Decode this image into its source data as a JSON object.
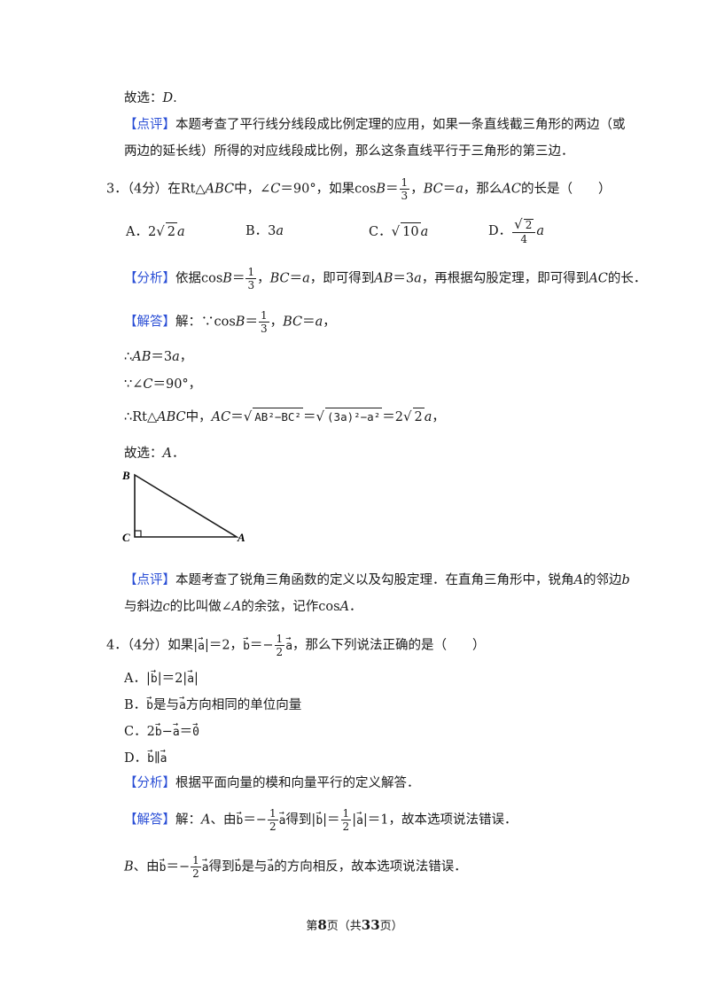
{
  "p1": {
    "choose": "故选：",
    "ans": "D",
    "end": "."
  },
  "p2": {
    "tag": "【点评】",
    "l1": "本题考查了平行线分线段成比例定理的应用，如果一条直线截三角形的两边（或",
    "l2": "两边的延长线）所得的对应线段成比例，那么这条直线平行于三角形的第三边．"
  },
  "q3": {
    "num": "3．",
    "score": "（4分）在",
    "stem_a": "Rt△",
    "stem_abc": "ABC",
    "stem_b": "中，∠",
    "stem_c": "C",
    "stem_d": "＝90°，如果cos",
    "stem_B": "B",
    "stem_e": "＝",
    "frac_n": "1",
    "frac_d": "3",
    "stem_f": "，",
    "stem_BC": "BC",
    "stem_g": "＝",
    "stem_a2": "a",
    "stem_h": "，那么",
    "stem_AC": "AC",
    "stem_i": "的长是（　　）",
    "opt_a": "A．2",
    "opt_a_rad": "2",
    "opt_a_v": "a",
    "opt_b": "B．3",
    "opt_b_v": "a",
    "opt_c": "C．",
    "opt_c_rad": "10",
    "opt_c_v": "a",
    "opt_d": "D．",
    "opt_d_rad": "2",
    "opt_d_den": "4",
    "opt_d_v": "a"
  },
  "q3_analysis": {
    "tag": "【分析】",
    "t1": "依据cos",
    "B": "B",
    "eq": "＝",
    "n": "1",
    "d": "3",
    "t2": "，",
    "BC": "BC",
    "t3": "＝",
    "a": "a",
    "t4": "，即可得到",
    "AB": "AB",
    "t5": "＝3",
    "a2": "a",
    "t6": "，再根据勾股定理，即可得到",
    "AC": "AC",
    "t7": "的长．"
  },
  "q3_solution": {
    "tag": "【解答】",
    "t1": "解：∵cos",
    "B": "B",
    "eq": "＝",
    "n": "1",
    "d": "3",
    "t2": "，",
    "BC": "BC",
    "t3": "＝",
    "a": "a",
    "t4": "，",
    "l2a": "∴",
    "l2b": "AB",
    "l2c": "＝3",
    "l2d": "a",
    "l2e": "，",
    "l3a": "∵∠",
    "l3b": "C",
    "l3c": "＝90°，",
    "l4a": "∴Rt△",
    "l4b": "ABC",
    "l4c": "中，",
    "l4d": "AC",
    "l4e": "＝",
    "l4f": "AB²−BC²",
    "l4g": "＝",
    "l4h": "(3a)²−a²",
    "l4i": "＝2",
    "l4j": "2",
    "l4k": "a",
    "l4l": "，",
    "choose": "故选：",
    "ans": "A",
    "end": "．"
  },
  "figure": {
    "B": "B",
    "C": "C",
    "A": "A"
  },
  "q3_comment": {
    "tag": "【点评】",
    "l1a": "本题考查了锐角三角函数的定义以及勾股定理．在直角三角形中，锐角",
    "l1b": "A",
    "l1c": "的邻边",
    "l1d": "b",
    "l2a": "与斜边",
    "l2b": "c",
    "l2c": "的比叫做∠",
    "l2d": "A",
    "l2e": "的余弦，记作cos",
    "l2f": "A",
    "l2g": "．"
  },
  "q4": {
    "num": "4．",
    "t1": "（4分）如果|",
    "va": "a",
    "t2": "|＝2，",
    "vb": "b",
    "t3": "＝−",
    "n": "1",
    "d": "2",
    "va2": "a",
    "t4": "，那么下列说法正确的是（　　）",
    "a1": "A．|",
    "a2": "b",
    "a3": "|＝2|",
    "a4": "a",
    "a5": "|",
    "b1": "B．",
    "b2": "b",
    "b3": "是与",
    "b4": "a",
    "b5": "方向相同的单位向量",
    "c1": "C．2",
    "c2": "b",
    "c3": "−",
    "c4": "a",
    "c5": "＝",
    "c6": "0",
    "d1": "D．",
    "d2": "b",
    "d3": "∥",
    "d4": "a"
  },
  "q4_analysis": {
    "tag": "【分析】",
    "text": "根据平面向量的模和向量平行的定义解答．"
  },
  "q4_solution": {
    "tag": "【解答】",
    "t1": "解：",
    "A": "A",
    "t2": "、由",
    "vb": "b",
    "t3": "＝−",
    "n": "1",
    "d": "2",
    "va": "a",
    "t4": "得到|",
    "vb2": "b",
    "t5": "|＝",
    "n2": "1",
    "d2": "2",
    "t6": "|",
    "va2": "a",
    "t7": "|＝1，故本选项说法错误．",
    "B": "B",
    "u2": "、由",
    "ub": "b",
    "u3": "＝−",
    "un": "1",
    "ud": "2",
    "ua": "a",
    "u4": "得到",
    "ub2": "b",
    "u5": "是与",
    "ua2": "a",
    "u6": "的方向相反，故本选项说法错误．"
  },
  "footer": {
    "pre": "第",
    "page": "8",
    "mid": "页（共",
    "total": "33",
    "post": "页）"
  }
}
